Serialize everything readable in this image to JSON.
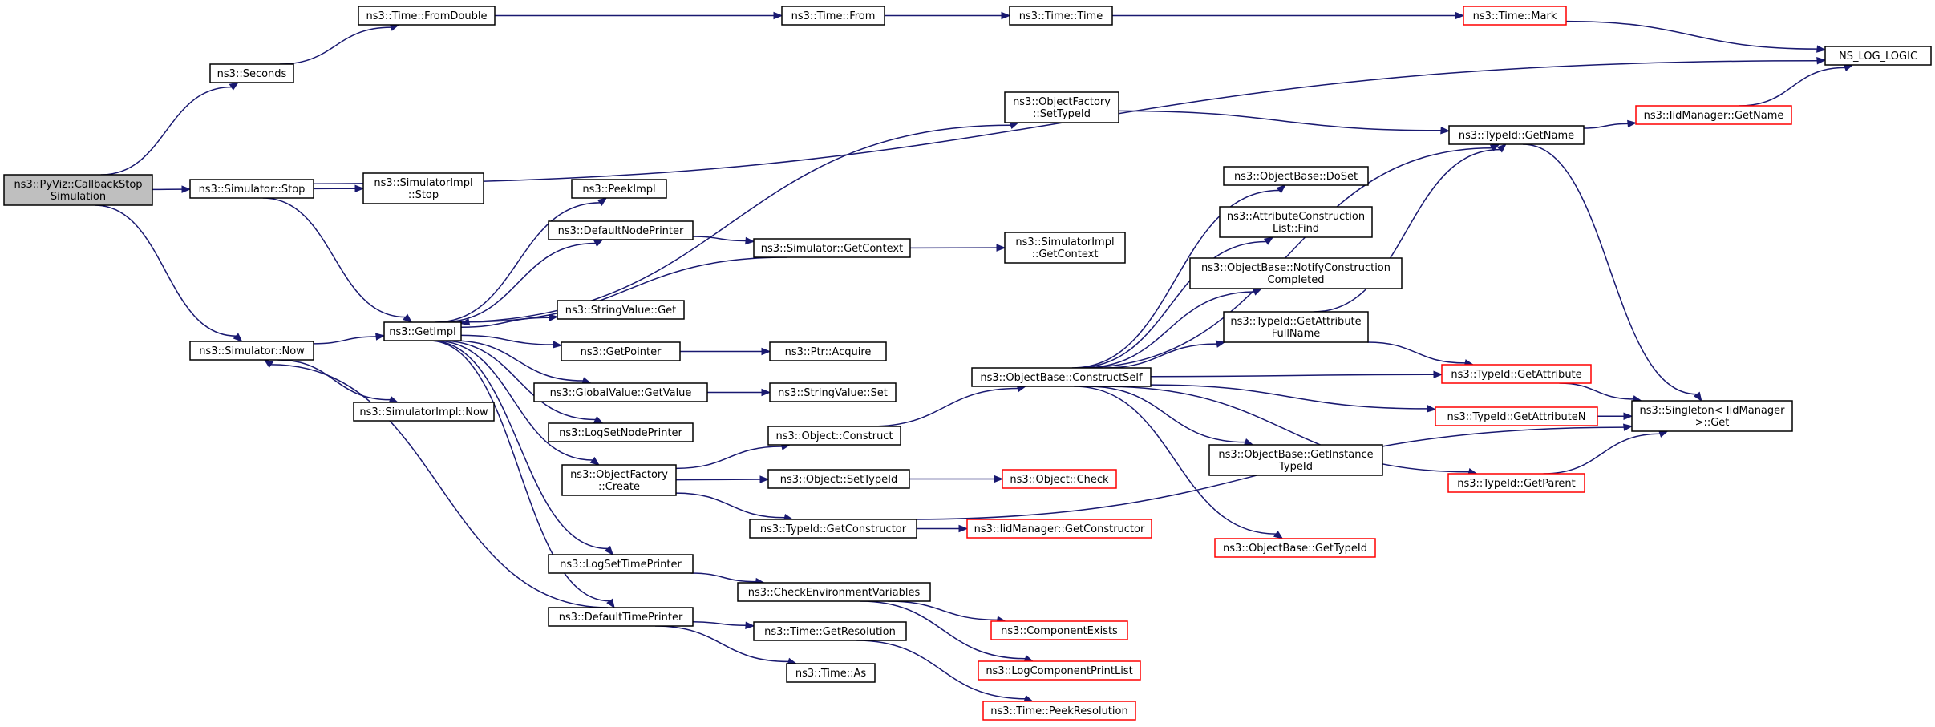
{
  "diagram": {
    "title": "",
    "colors": {
      "edge": "#191970",
      "node_border": "#000000",
      "truncated_border": "#ff0000",
      "root_fill": "#bfbfbf",
      "background": "#ffffff"
    },
    "nodes": [
      {
        "id": "root",
        "lines": [
          "ns3::PyViz::CallbackStop",
          "Simulation"
        ],
        "style": "root"
      },
      {
        "id": "seconds",
        "lines": [
          "ns3::Seconds"
        ],
        "style": "normal"
      },
      {
        "id": "stop",
        "lines": [
          "ns3::Simulator::Stop"
        ],
        "style": "normal"
      },
      {
        "id": "now",
        "lines": [
          "ns3::Simulator::Now"
        ],
        "style": "normal"
      },
      {
        "id": "fromdouble",
        "lines": [
          "ns3::Time::FromDouble"
        ],
        "style": "normal"
      },
      {
        "id": "logic",
        "lines": [
          "NS_LOG_LOGIC"
        ],
        "style": "normal"
      },
      {
        "id": "implstop",
        "lines": [
          "ns3::SimulatorImpl",
          "::Stop"
        ],
        "style": "normal"
      },
      {
        "id": "getimpl",
        "lines": [
          "ns3::GetImpl"
        ],
        "style": "normal"
      },
      {
        "id": "implnow",
        "lines": [
          "ns3::SimulatorImpl::Now"
        ],
        "style": "normal"
      },
      {
        "id": "timefrom",
        "lines": [
          "ns3::Time::From"
        ],
        "style": "normal"
      },
      {
        "id": "timetime",
        "lines": [
          "ns3::Time::Time"
        ],
        "style": "normal"
      },
      {
        "id": "mark",
        "lines": [
          "ns3::Time::Mark"
        ],
        "style": "red"
      },
      {
        "id": "peekimpl",
        "lines": [
          "ns3::PeekImpl"
        ],
        "style": "normal"
      },
      {
        "id": "defnodeprinter",
        "lines": [
          "ns3::DefaultNodePrinter"
        ],
        "style": "normal"
      },
      {
        "id": "strget",
        "lines": [
          "ns3::StringValue::Get"
        ],
        "style": "normal"
      },
      {
        "id": "getpointer",
        "lines": [
          "ns3::GetPointer"
        ],
        "style": "normal"
      },
      {
        "id": "gvgetvalue",
        "lines": [
          "ns3::GlobalValue::GetValue"
        ],
        "style": "normal"
      },
      {
        "id": "logsetnode",
        "lines": [
          "ns3::LogSetNodePrinter"
        ],
        "style": "normal"
      },
      {
        "id": "ofcreate",
        "lines": [
          "ns3::ObjectFactory",
          "::Create"
        ],
        "style": "normal"
      },
      {
        "id": "logsettime",
        "lines": [
          "ns3::LogSetTimePrinter"
        ],
        "style": "normal"
      },
      {
        "id": "deftimeprinter",
        "lines": [
          "ns3::DefaultTimePrinter"
        ],
        "style": "normal"
      },
      {
        "id": "ofsettypeid",
        "lines": [
          "ns3::ObjectFactory",
          "::SetTypeId"
        ],
        "style": "normal"
      },
      {
        "id": "simgetcontext",
        "lines": [
          "ns3::Simulator::GetContext"
        ],
        "style": "normal"
      },
      {
        "id": "implgetcontext",
        "lines": [
          "ns3::SimulatorImpl",
          "::GetContext"
        ],
        "style": "normal"
      },
      {
        "id": "ptracquire",
        "lines": [
          "ns3::Ptr::Acquire"
        ],
        "style": "normal"
      },
      {
        "id": "strset",
        "lines": [
          "ns3::StringValue::Set"
        ],
        "style": "normal"
      },
      {
        "id": "objconstruct",
        "lines": [
          "ns3::Object::Construct"
        ],
        "style": "normal"
      },
      {
        "id": "objsettypeid",
        "lines": [
          "ns3::Object::SetTypeId"
        ],
        "style": "normal"
      },
      {
        "id": "tidgetconstructor",
        "lines": [
          "ns3::TypeId::GetConstructor"
        ],
        "style": "normal"
      },
      {
        "id": "checkenv",
        "lines": [
          "ns3::CheckEnvironmentVariables"
        ],
        "style": "normal"
      },
      {
        "id": "getresolution",
        "lines": [
          "ns3::Time::GetResolution"
        ],
        "style": "normal"
      },
      {
        "id": "timeas",
        "lines": [
          "ns3::Time::As"
        ],
        "style": "normal"
      },
      {
        "id": "constructself",
        "lines": [
          "ns3::ObjectBase::ConstructSelf"
        ],
        "style": "normal"
      },
      {
        "id": "objcheck",
        "lines": [
          "ns3::Object::Check"
        ],
        "style": "red"
      },
      {
        "id": "iidgetconstructor",
        "lines": [
          "ns3::IidManager::GetConstructor"
        ],
        "style": "red"
      },
      {
        "id": "compexists",
        "lines": [
          "ns3::ComponentExists"
        ],
        "style": "red"
      },
      {
        "id": "logcompprint",
        "lines": [
          "ns3::LogComponentPrintList"
        ],
        "style": "red"
      },
      {
        "id": "peekres",
        "lines": [
          "ns3::Time::PeekResolution"
        ],
        "style": "red"
      },
      {
        "id": "doset",
        "lines": [
          "ns3::ObjectBase::DoSet"
        ],
        "style": "normal"
      },
      {
        "id": "attrfind",
        "lines": [
          "ns3::AttributeConstruction",
          "List::Find"
        ],
        "style": "normal"
      },
      {
        "id": "notifyconstr",
        "lines": [
          "ns3::ObjectBase::NotifyConstruction",
          "Completed"
        ],
        "style": "normal"
      },
      {
        "id": "getattrfullname",
        "lines": [
          "ns3::TypeId::GetAttribute",
          "FullName"
        ],
        "style": "normal"
      },
      {
        "id": "getinstancetypeid",
        "lines": [
          "ns3::ObjectBase::GetInstance",
          "TypeId"
        ],
        "style": "normal"
      },
      {
        "id": "getobjtypeid",
        "lines": [
          "ns3::ObjectBase::GetTypeId"
        ],
        "style": "red"
      },
      {
        "id": "tidgetname",
        "lines": [
          "ns3::TypeId::GetName"
        ],
        "style": "normal"
      },
      {
        "id": "tidgetattribute",
        "lines": [
          "ns3::TypeId::GetAttribute"
        ],
        "style": "red"
      },
      {
        "id": "tidgetattributen",
        "lines": [
          "ns3::TypeId::GetAttributeN"
        ],
        "style": "red"
      },
      {
        "id": "tidgetparent",
        "lines": [
          "ns3::TypeId::GetParent"
        ],
        "style": "red"
      },
      {
        "id": "iidgetname",
        "lines": [
          "ns3::IidManager::GetName"
        ],
        "style": "red"
      },
      {
        "id": "singletonget",
        "lines": [
          "ns3::Singleton< IidManager",
          ">::Get"
        ],
        "style": "normal"
      }
    ],
    "edges": [
      [
        "root",
        "seconds"
      ],
      [
        "root",
        "stop"
      ],
      [
        "root",
        "now"
      ],
      [
        "seconds",
        "fromdouble"
      ],
      [
        "fromdouble",
        "timefrom"
      ],
      [
        "timefrom",
        "timetime"
      ],
      [
        "timetime",
        "mark"
      ],
      [
        "mark",
        "logic"
      ],
      [
        "stop",
        "logic"
      ],
      [
        "stop",
        "implstop"
      ],
      [
        "stop",
        "getimpl"
      ],
      [
        "now",
        "getimpl"
      ],
      [
        "now",
        "implnow"
      ],
      [
        "getimpl",
        "ofsettypeid"
      ],
      [
        "getimpl",
        "peekimpl"
      ],
      [
        "getimpl",
        "defnodeprinter"
      ],
      [
        "getimpl",
        "strget"
      ],
      [
        "getimpl",
        "getpointer"
      ],
      [
        "getimpl",
        "gvgetvalue"
      ],
      [
        "getimpl",
        "logsetnode"
      ],
      [
        "getimpl",
        "ofcreate"
      ],
      [
        "getimpl",
        "logsettime"
      ],
      [
        "getimpl",
        "deftimeprinter"
      ],
      [
        "defnodeprinter",
        "simgetcontext"
      ],
      [
        "simgetcontext",
        "getimpl"
      ],
      [
        "simgetcontext",
        "implgetcontext"
      ],
      [
        "getpointer",
        "ptracquire"
      ],
      [
        "gvgetvalue",
        "strset"
      ],
      [
        "ofcreate",
        "objconstruct"
      ],
      [
        "ofcreate",
        "objsettypeid"
      ],
      [
        "ofcreate",
        "tidgetconstructor"
      ],
      [
        "logsettime",
        "checkenv"
      ],
      [
        "deftimeprinter",
        "now"
      ],
      [
        "deftimeprinter",
        "getresolution"
      ],
      [
        "deftimeprinter",
        "timeas"
      ],
      [
        "objconstruct",
        "constructself"
      ],
      [
        "objsettypeid",
        "objcheck"
      ],
      [
        "tidgetconstructor",
        "iidgetconstructor"
      ],
      [
        "tidgetconstructor",
        "singletonget"
      ],
      [
        "checkenv",
        "compexists"
      ],
      [
        "checkenv",
        "logcompprint"
      ],
      [
        "getresolution",
        "peekres"
      ],
      [
        "constructself",
        "tidgetname"
      ],
      [
        "constructself",
        "doset"
      ],
      [
        "constructself",
        "attrfind"
      ],
      [
        "constructself",
        "notifyconstr"
      ],
      [
        "constructself",
        "getattrfullname"
      ],
      [
        "constructself",
        "tidgetattribute"
      ],
      [
        "constructself",
        "tidgetattributen"
      ],
      [
        "constructself",
        "getinstancetypeid"
      ],
      [
        "constructself",
        "tidgetparent"
      ],
      [
        "constructself",
        "getobjtypeid"
      ],
      [
        "ofsettypeid",
        "tidgetname"
      ],
      [
        "getattrfullname",
        "tidgetname"
      ],
      [
        "getattrfullname",
        "tidgetattribute"
      ],
      [
        "tidgetname",
        "iidgetname"
      ],
      [
        "tidgetname",
        "singletonget"
      ],
      [
        "iidgetname",
        "logic"
      ],
      [
        "tidgetattribute",
        "singletonget"
      ],
      [
        "tidgetattributen",
        "singletonget"
      ],
      [
        "tidgetparent",
        "singletonget"
      ]
    ]
  }
}
